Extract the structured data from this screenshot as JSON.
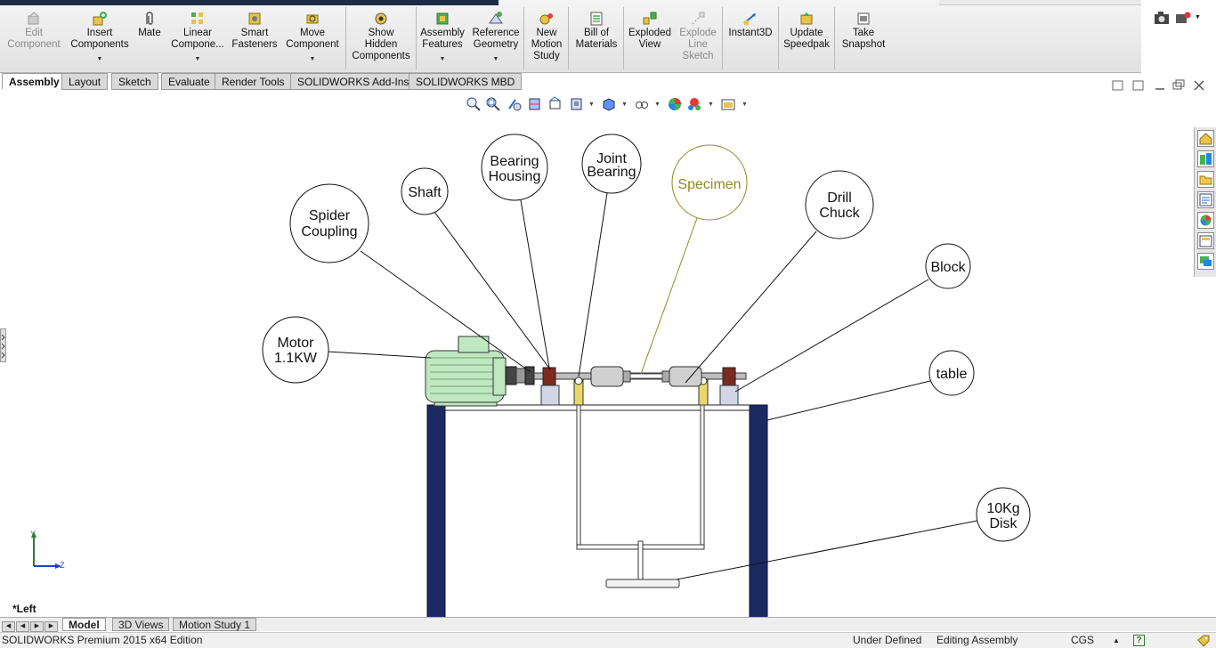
{
  "ribbon": {
    "buttons": [
      {
        "id": "edit-component",
        "lines": [
          "Edit",
          "Component"
        ],
        "disabled": true,
        "dropdown": false,
        "icon": "edit-component-icon"
      },
      {
        "id": "insert-components",
        "lines": [
          "Insert",
          "Components"
        ],
        "disabled": false,
        "dropdown": true,
        "icon": "insert-components-icon"
      },
      {
        "id": "mate",
        "lines": [
          "Mate"
        ],
        "disabled": false,
        "dropdown": false,
        "icon": "paperclip-icon"
      },
      {
        "id": "linear-component",
        "lines": [
          "Linear",
          "Compone..."
        ],
        "disabled": false,
        "dropdown": true,
        "icon": "linear-pattern-icon"
      },
      {
        "id": "smart-fasteners",
        "lines": [
          "Smart",
          "Fasteners"
        ],
        "disabled": false,
        "dropdown": false,
        "icon": "fastener-icon"
      },
      {
        "id": "move-component",
        "lines": [
          "Move",
          "Component"
        ],
        "disabled": false,
        "dropdown": true,
        "icon": "move-component-icon"
      },
      {
        "id": "show-hidden-components",
        "lines": [
          "Show",
          "Hidden",
          "Components"
        ],
        "disabled": false,
        "dropdown": false,
        "icon": "show-hidden-icon"
      },
      {
        "id": "assembly-features",
        "lines": [
          "Assembly",
          "Features"
        ],
        "disabled": false,
        "dropdown": true,
        "icon": "assembly-features-icon"
      },
      {
        "id": "reference-geometry",
        "lines": [
          "Reference",
          "Geometry"
        ],
        "disabled": false,
        "dropdown": true,
        "icon": "reference-geometry-icon"
      },
      {
        "id": "new-motion-study",
        "lines": [
          "New",
          "Motion",
          "Study"
        ],
        "disabled": false,
        "dropdown": false,
        "icon": "motion-study-icon"
      },
      {
        "id": "bill-of-materials",
        "lines": [
          "Bill of",
          "Materials"
        ],
        "disabled": false,
        "dropdown": false,
        "icon": "bom-icon"
      },
      {
        "id": "exploded-view",
        "lines": [
          "Exploded",
          "View"
        ],
        "disabled": false,
        "dropdown": false,
        "icon": "exploded-view-icon"
      },
      {
        "id": "explode-line-sketch",
        "lines": [
          "Explode",
          "Line",
          "Sketch"
        ],
        "disabled": true,
        "dropdown": false,
        "icon": "explode-line-icon"
      },
      {
        "id": "instant3d",
        "lines": [
          "Instant3D"
        ],
        "disabled": false,
        "dropdown": false,
        "icon": "instant3d-icon"
      },
      {
        "id": "update-speedpak",
        "lines": [
          "Update",
          "Speedpak"
        ],
        "disabled": false,
        "dropdown": false,
        "icon": "speedpak-icon"
      },
      {
        "id": "take-snapshot",
        "lines": [
          "Take",
          "Snapshot"
        ],
        "disabled": false,
        "dropdown": false,
        "icon": "snapshot-icon"
      }
    ]
  },
  "command_tabs": [
    "Assembly",
    "Layout",
    "Sketch",
    "Evaluate",
    "Render Tools",
    "SOLIDWORKS Add-Ins",
    "SOLIDWORKS MBD"
  ],
  "active_command_tab": "Assembly",
  "view_tools": [
    "zoom-to-fit-icon",
    "zoom-area-icon",
    "previous-view-icon",
    "section-view-icon",
    "dynamic-annotation-icon",
    "view-orientation-icon",
    "display-style-icon",
    "hide-show-icon",
    "edit-appearance-icon",
    "apply-scene-icon",
    "view-settings-icon"
  ],
  "callouts": [
    {
      "id": "spider-coupling",
      "lines": [
        "Spider",
        "Coupling"
      ],
      "accent": false
    },
    {
      "id": "shaft",
      "lines": [
        "Shaft"
      ],
      "accent": false
    },
    {
      "id": "bearing-housing",
      "lines": [
        "Bearing",
        "Housing"
      ],
      "accent": false
    },
    {
      "id": "joint-bearing",
      "lines": [
        "Joint",
        "Bearing"
      ],
      "accent": false
    },
    {
      "id": "specimen",
      "lines": [
        "Specimen"
      ],
      "accent": true
    },
    {
      "id": "drill-chuck",
      "lines": [
        "Drill",
        "Chuck"
      ],
      "accent": false
    },
    {
      "id": "block",
      "lines": [
        "Block"
      ],
      "accent": false
    },
    {
      "id": "motor",
      "lines": [
        "Motor",
        "1.1KW"
      ],
      "accent": false
    },
    {
      "id": "table",
      "lines": [
        "table"
      ],
      "accent": false
    },
    {
      "id": "disk",
      "lines": [
        "10Kg",
        "Disk"
      ],
      "accent": false
    }
  ],
  "triad": {
    "y_label": "Y",
    "z_label": "Z"
  },
  "view_name": "*Left",
  "bottom_tabs": [
    "Model",
    "3D Views",
    "Motion Study 1"
  ],
  "active_bottom_tab": "Model",
  "status": {
    "edition": "SOLIDWORKS Premium 2015 x64 Edition",
    "definition": "Under Defined",
    "mode": "Editing Assembly",
    "units": "CGS",
    "help": "?"
  },
  "colors": {
    "frame": "#1b2a63",
    "motor": "#bfe8c0",
    "specimen_accent": "#8f8a1f",
    "bearing": "#7a2a1f",
    "joint": "#e8d86a",
    "block": "#cfd7e6"
  }
}
